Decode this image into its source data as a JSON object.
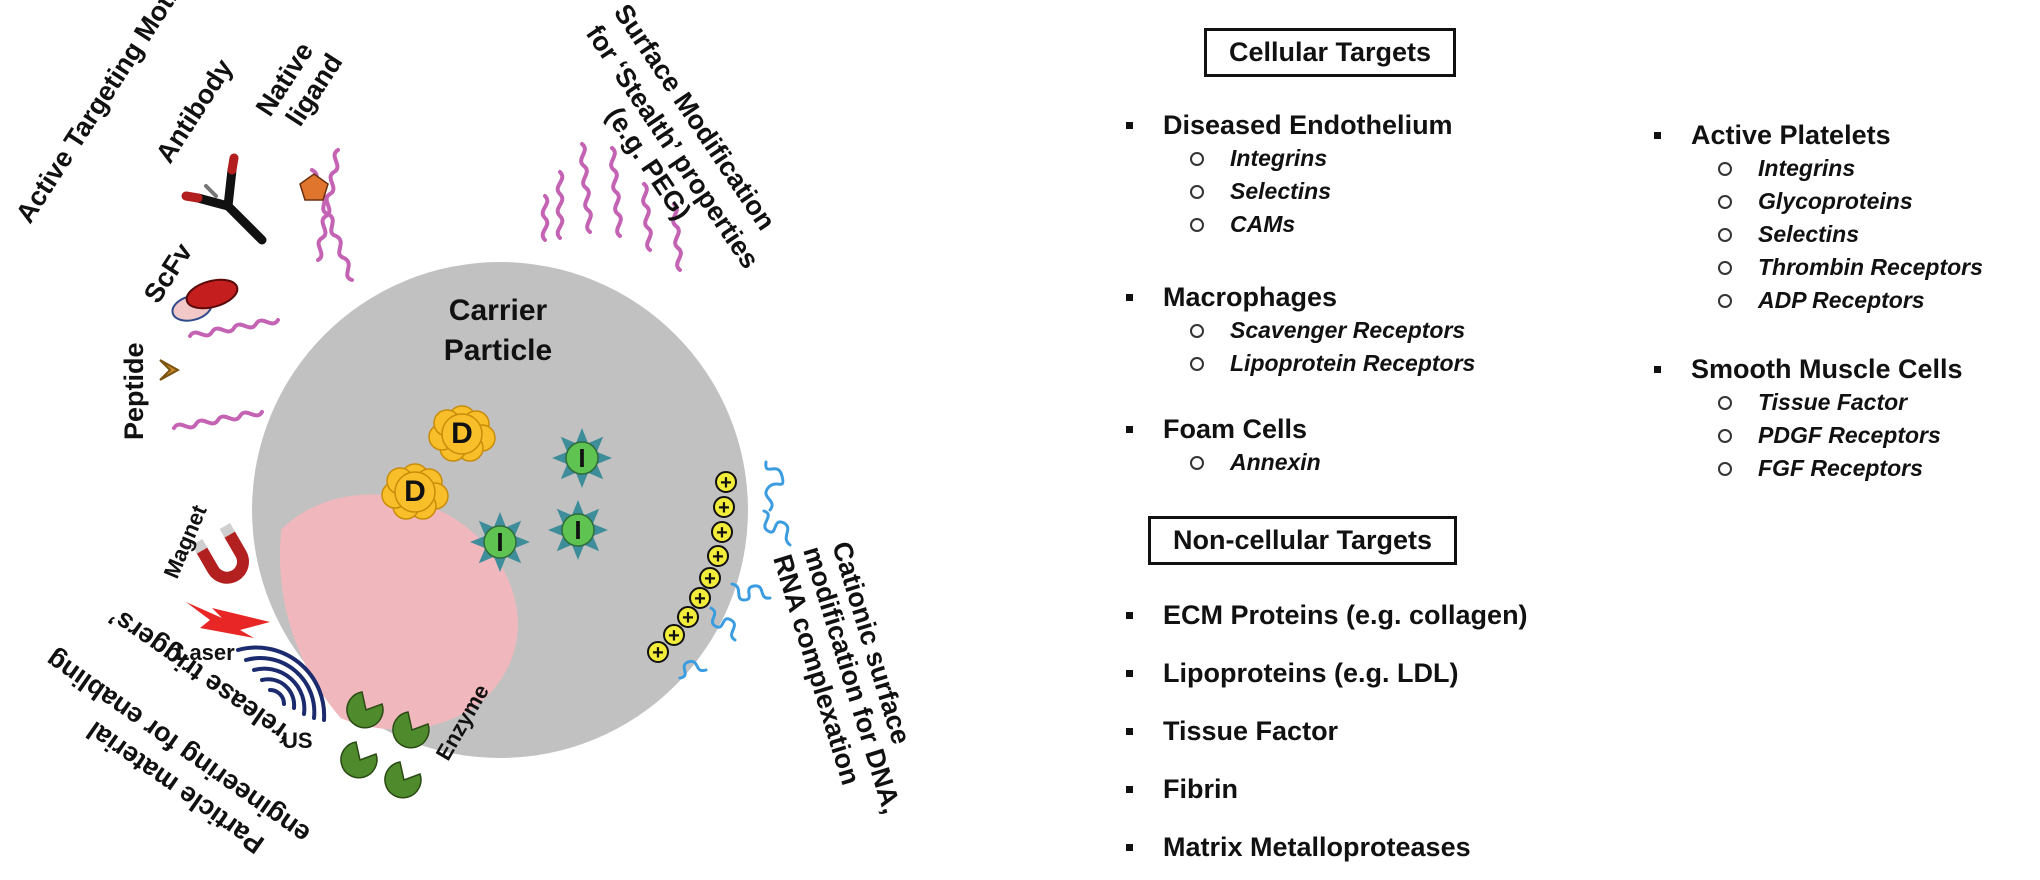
{
  "diagram": {
    "particle_label_line1": "Carrier",
    "particle_label_line2": "Particle",
    "drug_glyph": "D",
    "imaging_glyph": "I",
    "cation_glyph": "+",
    "active_targeting_label": "Active Targeting Motifs",
    "antibody_label": "Antibody",
    "native_ligand_line1": "Native",
    "native_ligand_line2": "ligand",
    "scfv_label": "ScFv",
    "peptide_label": "Peptide",
    "stealth_line1": "Surface Modification",
    "stealth_line2": "for ‘Stealth’ properties",
    "stealth_line3": "(e.g. PEG)",
    "cationic_line1": "Cationic surface",
    "cationic_line2": "modification for DNA,",
    "cationic_line3": "RNA complexation",
    "magnet_label": "Magnet",
    "laser_label": "Laser",
    "us_label": "US",
    "enzyme_label": "Enzyme",
    "engineering_line1": "Particle material",
    "engineering_line2": "engineering for enabling",
    "engineering_line3": "‘release triggers’",
    "colors": {
      "particle": "#c1c1c1",
      "release_region": "#f0b8bd",
      "drug": "#f8bf2a",
      "imaging_core": "#5fc352",
      "imaging_star": "#3d8d9a",
      "peg": "#c463b3",
      "antibody_dark": "#111111",
      "antibody_tip": "#b31e1e",
      "cation": "#f2ec3a",
      "nucleic_acid": "#3b9ce0",
      "magnet": "#b32020",
      "laser": "#e82626",
      "ultrasound": "#1c2a6e",
      "enzyme": "#4f8a2c",
      "native_ligand": "#e0762e",
      "scfv": "#c41e1e",
      "peptide": "#c48a2a"
    }
  },
  "cellular": {
    "title": "Cellular Targets",
    "diseased_endothelium": {
      "label": "Diseased Endothelium",
      "items": [
        "Integrins",
        "Selectins",
        "CAMs"
      ]
    },
    "macrophages": {
      "label": "Macrophages",
      "items": [
        "Scavenger Receptors",
        "Lipoprotein Receptors"
      ]
    },
    "foam_cells": {
      "label": "Foam Cells",
      "items": [
        "Annexin"
      ]
    },
    "active_platelets": {
      "label": "Active Platelets",
      "items": [
        "Integrins",
        "Glycoproteins",
        "Selectins",
        "Thrombin Receptors",
        "ADP Receptors"
      ]
    },
    "smooth_muscle": {
      "label": "Smooth Muscle Cells",
      "items": [
        "Tissue Factor",
        "PDGF Receptors",
        "FGF Receptors"
      ]
    }
  },
  "noncellular": {
    "title": "Non-cellular Targets",
    "items": [
      "ECM Proteins (e.g. collagen)",
      "Lipoproteins (e.g. LDL)",
      "Tissue Factor",
      "Fibrin",
      "Matrix Metalloproteases"
    ]
  }
}
